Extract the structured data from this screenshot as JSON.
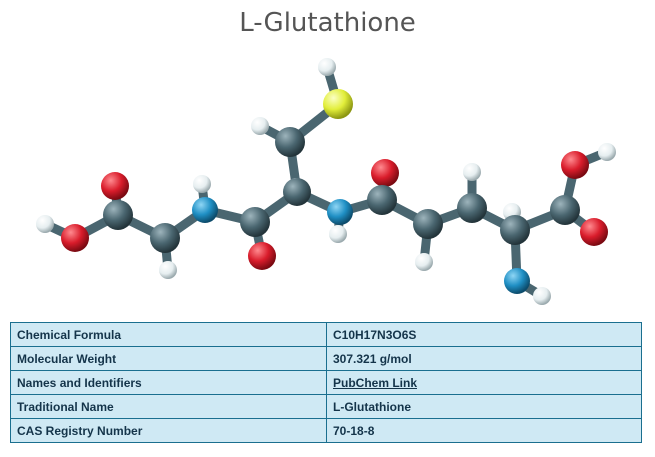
{
  "title": "L-Glutathione",
  "molecule": {
    "image": "3D ball-and-stick model of L-Glutathione",
    "atom_colors": {
      "carbon": "#4a6670",
      "hydrogen": "#f2f2f2",
      "oxygen": "#d91c2b",
      "nitrogen": "#1f8fc4",
      "sulfur": "#e2ee3a"
    }
  },
  "table": {
    "rows": [
      {
        "label": "Chemical Formula",
        "value": "C10H17N3O6S"
      },
      {
        "label": "Molecular Weight",
        "value": "307.321 g/mol"
      },
      {
        "label": "Names and Identifiers",
        "value": "PubChem Link",
        "is_link": true
      },
      {
        "label": "Traditional Name",
        "value": "L-Glutathione"
      },
      {
        "label": "CAS Registry Number",
        "value": "70-18-8"
      }
    ]
  },
  "colors": {
    "table_background": "#cfe9f4",
    "table_border": "#1a6f8f",
    "table_text": "#14344a",
    "title_text": "#555555"
  }
}
